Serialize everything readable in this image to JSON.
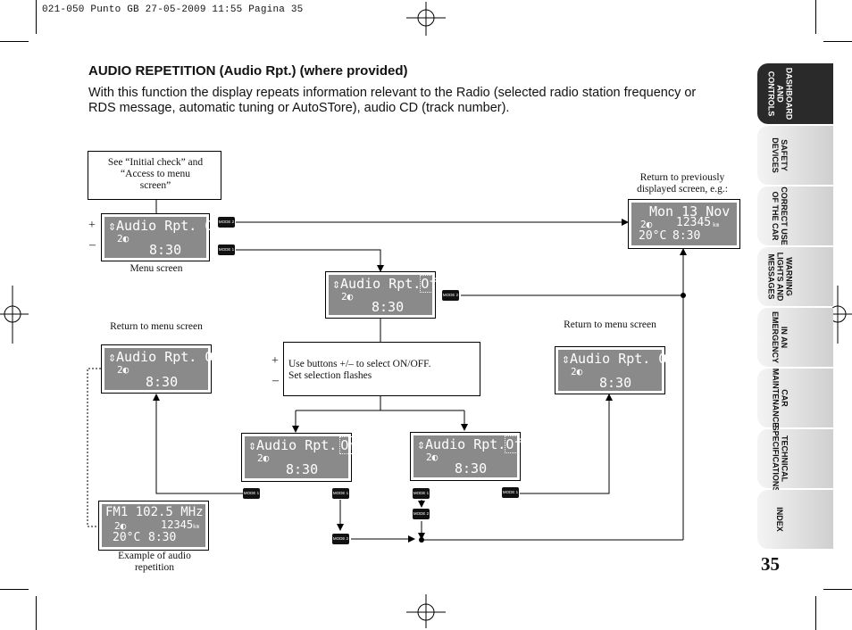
{
  "header": "021-050 Punto GB  27-05-2009  11:55  Pagina 35",
  "section_title": "AUDIO REPETITION (Audio Rpt.) (where provided)",
  "intro_text": "With this function the display repeats information relevant to the Radio (selected radio station frequency or RDS message, automatic tuning or AutoSTore), audio CD (track number).",
  "note_box": "See “Initial check” and “Access to menu screen”",
  "captions": {
    "menu_screen": "Menu screen",
    "return_menu_left": "Return to menu screen",
    "return_menu_right": "Return to menu screen",
    "return_prev": "Return to previously displayed screen, e.g.:",
    "example": "Example of audio repetition"
  },
  "instruction_box": {
    "line1": "Use buttons +/– to select ON/OFF.",
    "line2": "Set selection flashes"
  },
  "plus_sign": "+",
  "minus_sign": "–",
  "buttons": {
    "mode1": "MODE 1",
    "mode2": "MODE 2"
  },
  "lcd": {
    "menu": {
      "line1": "⇕Audio Rpt. Off",
      "line2": "2◐",
      "time": "8:30"
    },
    "select_off": {
      "prefix": "⇕Audio Rpt.",
      "value": "Off",
      "line2": "2◐",
      "time": "8:30"
    },
    "left_on": {
      "line1": "⇕Audio Rpt. On",
      "line2": "2◐",
      "time": "8:30"
    },
    "right_off": {
      "line1": "⇕Audio Rpt. Off",
      "line2": "2◐",
      "time": "8:30"
    },
    "flash_on": {
      "prefix": "⇕Audio Rpt.",
      "value": "On",
      "line2": "2◐",
      "time": "8:30"
    },
    "flash_off": {
      "prefix": "⇕Audio Rpt.",
      "value": "Off",
      "line2": "2◐",
      "time": "8:30"
    },
    "prev": {
      "line1": "Mon 13 Nov",
      "line2": "2◐",
      "odo": "12345",
      "km": "km",
      "temp": "20°C",
      "time": "8:30"
    },
    "example": {
      "line1": "FM1 102.5 MHz",
      "line2": "2◐",
      "odo": "12345",
      "km": "km",
      "temp": "20°C",
      "time": "8:30"
    }
  },
  "tabs": [
    "DASHBOARD\nAND\nCONTROLS",
    "SAFETY\nDEVICES",
    "CORRECT USE\nOF THE CAR",
    "WARNING\nLIGHTS AND\nMESSAGES",
    "IN AN\nEMERGENCY",
    "CAR\nMAINTENANCE",
    "TECHNICAL\nSPECIFICATIONS",
    "INDEX"
  ],
  "page_number": "35"
}
